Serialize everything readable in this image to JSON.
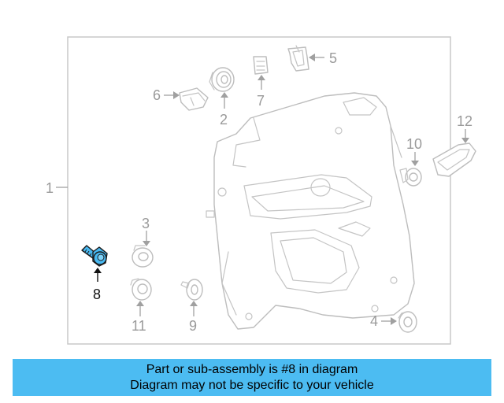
{
  "diagram": {
    "callouts": {
      "c1": "1",
      "c2": "2",
      "c3": "3",
      "c4": "4",
      "c5": "5",
      "c6": "6",
      "c7": "7",
      "c8": "8",
      "c9": "9",
      "c10": "10",
      "c11": "11",
      "c12": "12"
    },
    "highlighted_part": "8",
    "highlight_color": "#48b8f0"
  },
  "banner": {
    "line1": "Part or sub-assembly is #8 in diagram",
    "line2": "Diagram may not be specific to your vehicle",
    "background": "#4cbcf2"
  }
}
